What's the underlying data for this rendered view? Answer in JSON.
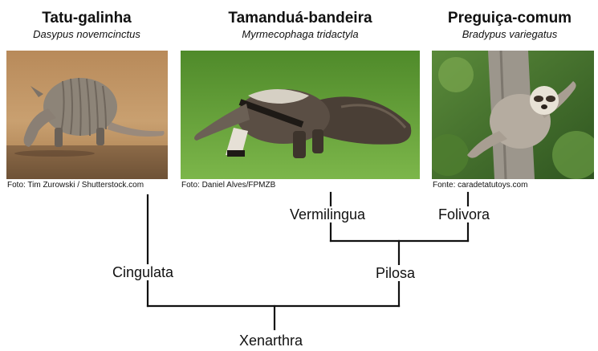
{
  "species": [
    {
      "common": "Tatu-galinha",
      "scientific": "Dasypus novemcinctus",
      "credit": "Foto: Tim Zurowski / Shutterstock.com",
      "photo_icon": "armadillo-photo"
    },
    {
      "common": "Tamanduá-bandeira",
      "scientific": "Myrmecophaga tridactyla",
      "credit": "Foto: Daniel Alves/FPMZB",
      "photo_icon": "anteater-photo"
    },
    {
      "common": "Preguiça-comum",
      "scientific": "Bradypus variegatus",
      "credit": "Fonte: caradetatutoys.com",
      "photo_icon": "sloth-photo"
    }
  ],
  "clades": {
    "vermilingua": "Vermilingua",
    "folivora": "Folivora",
    "cingulata": "Cingulata",
    "pilosa": "Pilosa",
    "xenarthra": "Xenarthra"
  },
  "colors": {
    "tree_line": "#111111",
    "grass": "#5f9a35",
    "dry_ground": "#c79a5c",
    "forest": "#3f6b2a"
  }
}
